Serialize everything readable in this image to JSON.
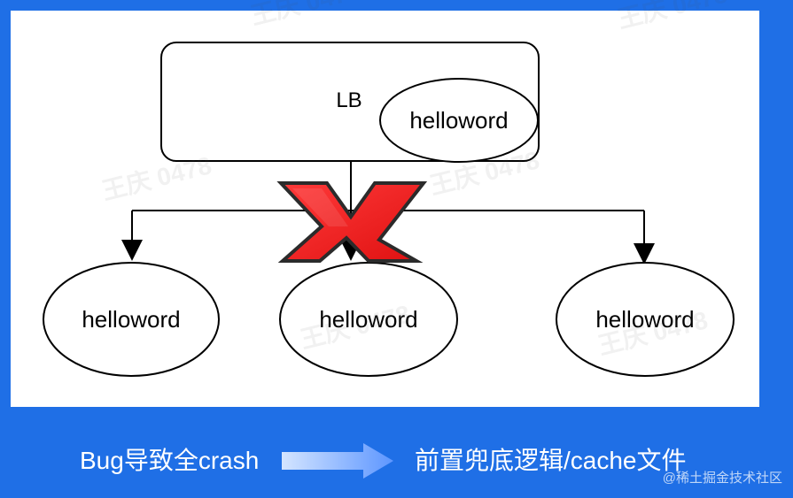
{
  "diagram": {
    "lb_label": "LB",
    "lb_cache_node": "helloword",
    "nodes": [
      "helloword",
      "helloword",
      "helloword"
    ]
  },
  "caption": {
    "left": "Bug导致全crash",
    "right": "前置兜底逻辑/cache文件"
  },
  "watermark": {
    "repeated_text": "王庆 0478",
    "site": "@稀土掘金技术社区"
  },
  "colors": {
    "background": "#1f6fe6",
    "canvas": "#ffffff",
    "line": "#000000",
    "failure_mark": "#ef1d1d",
    "arrow_gradient": [
      "#d4e5ff",
      "#5d96ff"
    ]
  },
  "icons": {
    "failure": "red-x-icon",
    "caption_arrow": "right-arrow-icon"
  }
}
